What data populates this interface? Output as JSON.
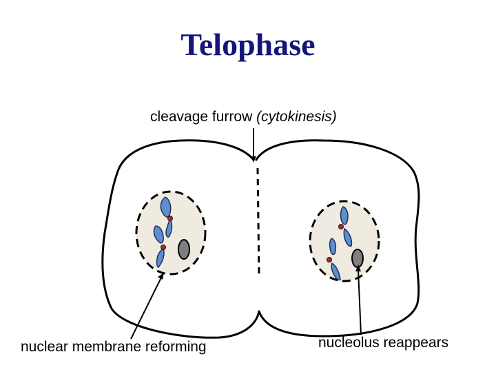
{
  "title": "Telophase",
  "labels": {
    "furrow_main": "cleavage furrow ",
    "furrow_italic": "(cytokinesis)",
    "membrane": "nuclear membrane reforming",
    "nucleolus": "nucleolus reappears"
  },
  "colors": {
    "title": "#14147a",
    "nucleus_fill": "#efebe0",
    "chromosome_fill": "#5f8ec8",
    "chromosome_stroke": "#1b2f66",
    "centromere": "#9b2d35",
    "nucleolus_fill": "#7f7f7f",
    "outline": "#000000"
  }
}
